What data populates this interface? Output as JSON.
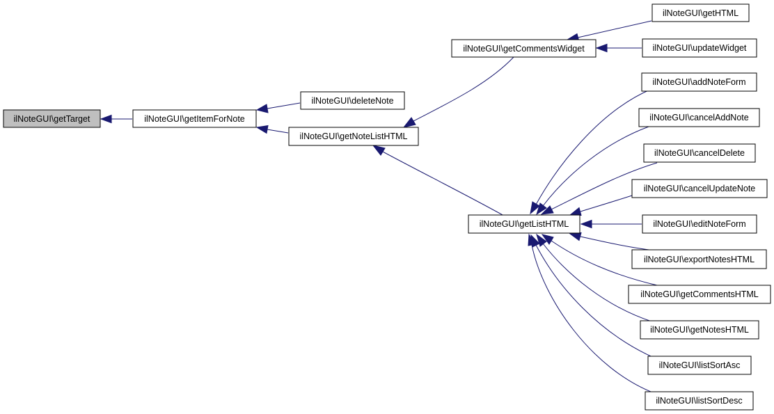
{
  "colors": {
    "edge": "#191970",
    "node_border": "#000000",
    "node_fill": "#ffffff",
    "root_fill": "#bfbfbf"
  },
  "nodes": {
    "getTarget": "ilNoteGUI\\getTarget",
    "getItemForNote": "ilNoteGUI\\getItemForNote",
    "deleteNote": "ilNoteGUI\\deleteNote",
    "getNoteListHTML": "ilNoteGUI\\getNoteListHTML",
    "getCommentsWidget": "ilNoteGUI\\getCommentsWidget",
    "getHTML": "ilNoteGUI\\getHTML",
    "updateWidget": "ilNoteGUI\\updateWidget",
    "getListHTML": "ilNoteGUI\\getListHTML",
    "addNoteForm": "ilNoteGUI\\addNoteForm",
    "cancelAddNote": "ilNoteGUI\\cancelAddNote",
    "cancelDelete": "ilNoteGUI\\cancelDelete",
    "cancelUpdateNote": "ilNoteGUI\\cancelUpdateNote",
    "editNoteForm": "ilNoteGUI\\editNoteForm",
    "exportNotesHTML": "ilNoteGUI\\exportNotesHTML",
    "getCommentsHTML": "ilNoteGUI\\getCommentsHTML",
    "getNotesHTML": "ilNoteGUI\\getNotesHTML",
    "listSortAsc": "ilNoteGUI\\listSortAsc",
    "listSortDesc": "ilNoteGUI\\listSortDesc"
  },
  "edges": [
    {
      "from": "getItemForNote",
      "to": "getTarget"
    },
    {
      "from": "deleteNote",
      "to": "getItemForNote"
    },
    {
      "from": "getNoteListHTML",
      "to": "getItemForNote"
    },
    {
      "from": "getCommentsWidget",
      "to": "getNoteListHTML"
    },
    {
      "from": "getListHTML",
      "to": "getNoteListHTML"
    },
    {
      "from": "getHTML",
      "to": "getCommentsWidget"
    },
    {
      "from": "updateWidget",
      "to": "getCommentsWidget"
    },
    {
      "from": "addNoteForm",
      "to": "getListHTML"
    },
    {
      "from": "cancelAddNote",
      "to": "getListHTML"
    },
    {
      "from": "cancelDelete",
      "to": "getListHTML"
    },
    {
      "from": "cancelUpdateNote",
      "to": "getListHTML"
    },
    {
      "from": "editNoteForm",
      "to": "getListHTML"
    },
    {
      "from": "exportNotesHTML",
      "to": "getListHTML"
    },
    {
      "from": "getCommentsHTML",
      "to": "getListHTML"
    },
    {
      "from": "getNotesHTML",
      "to": "getListHTML"
    },
    {
      "from": "listSortAsc",
      "to": "getListHTML"
    },
    {
      "from": "listSortDesc",
      "to": "getListHTML"
    }
  ]
}
